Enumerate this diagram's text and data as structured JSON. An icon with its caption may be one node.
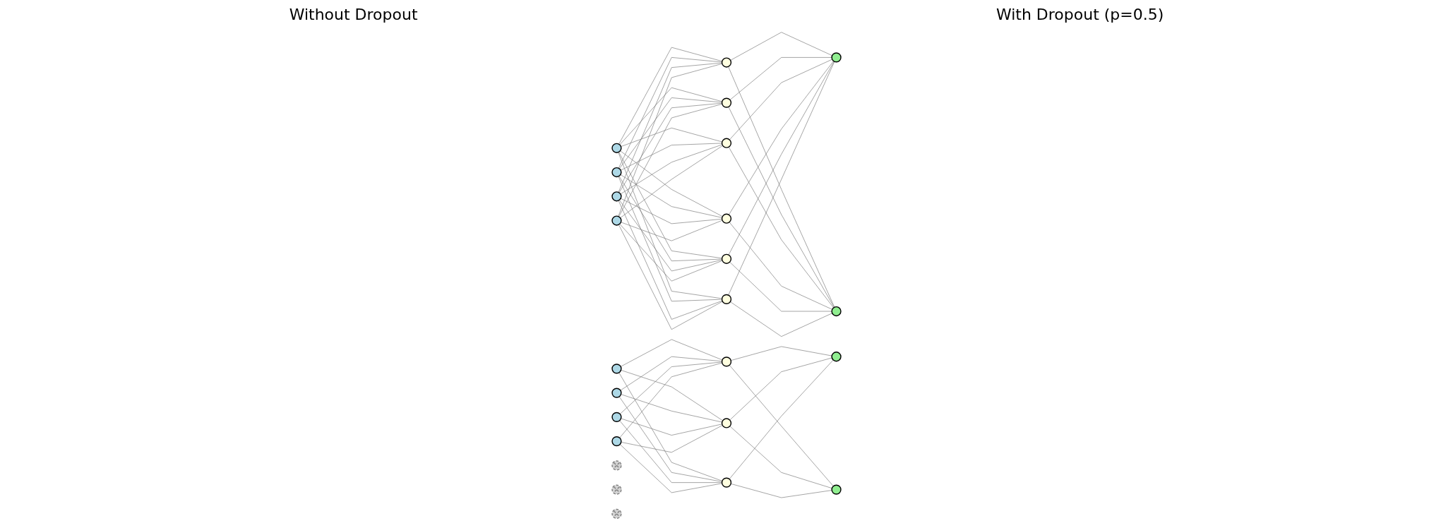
{
  "diagram": {
    "nodes": [
      {
        "text": [],
        "shape": "circle"
      },
      {
        "text": [],
        "shape": "circle"
      },
      {
        "text": [],
        "shape": "circle"
      },
      {
        "text": [],
        "shape": "circle"
      },
      {
        "text": [],
        "shape": "circle"
      },
      {
        "text": [],
        "shape": "circle"
      },
      {
        "text": [],
        "shape": "circle"
      },
      {
        "text": [],
        "shape": "circle"
      },
      {
        "text": [],
        "shape": "circle"
      },
      {
        "text": [],
        "shape": "circle"
      },
      {
        "text": [],
        "shape": "circle"
      },
      {
        "text": [],
        "shape": "circle"
      },
      {
        "text": [],
        "shape": "circle"
      },
      {
        "text": [],
        "shape": "circle"
      },
      {
        "text": [],
        "shape": "circle"
      },
      {
        "text": [],
        "shape": "circle"
      },
      {
        "text": [],
        "shape": "circle"
      },
      {
        "text": [],
        "shape": "circle"
      },
      {
        "text": [],
        "shape": "circle"
      },
      {
        "text": [],
        "shape": "circle"
      },
      {
        "text": [],
        "shape": "circle"
      },
      {
        "text": [],
        "shape": "circle"
      },
      {
        "text": [],
        "shape": "circle"
      },
      {
        "text": [],
        "shape": "circle"
      }
    ],
    "edges": [
      {
        "from": 0,
        "to": 4,
        "arrow": "none"
      },
      {
        "from": 0,
        "to": 5,
        "arrow": "none"
      },
      {
        "from": 0,
        "to": 6,
        "arrow": "none"
      },
      {
        "from": 0,
        "to": 7,
        "arrow": "none"
      },
      {
        "from": 0,
        "to": 8,
        "arrow": "none"
      },
      {
        "from": 0,
        "to": 9,
        "arrow": "none"
      },
      {
        "from": 1,
        "to": 4,
        "arrow": "none"
      },
      {
        "from": 1,
        "to": 5,
        "arrow": "none"
      },
      {
        "from": 1,
        "to": 6,
        "arrow": "none"
      },
      {
        "from": 1,
        "to": 7,
        "arrow": "none"
      },
      {
        "from": 1,
        "to": 8,
        "arrow": "none"
      },
      {
        "from": 1,
        "to": 9,
        "arrow": "none"
      },
      {
        "from": 2,
        "to": 4,
        "arrow": "none"
      },
      {
        "from": 2,
        "to": 5,
        "arrow": "none"
      },
      {
        "from": 2,
        "to": 6,
        "arrow": "none"
      },
      {
        "from": 2,
        "to": 7,
        "arrow": "none"
      },
      {
        "from": 2,
        "to": 8,
        "arrow": "none"
      },
      {
        "from": 2,
        "to": 9,
        "arrow": "none"
      },
      {
        "from": 3,
        "to": 4,
        "arrow": "none"
      },
      {
        "from": 3,
        "to": 5,
        "arrow": "none"
      },
      {
        "from": 3,
        "to": 6,
        "arrow": "none"
      },
      {
        "from": 3,
        "to": 7,
        "arrow": "none"
      },
      {
        "from": 3,
        "to": 8,
        "arrow": "none"
      },
      {
        "from": 3,
        "to": 9,
        "arrow": "none"
      },
      {
        "from": 4,
        "to": 10,
        "arrow": "none"
      },
      {
        "from": 4,
        "to": 11,
        "arrow": "none"
      },
      {
        "from": 5,
        "to": 10,
        "arrow": "none"
      },
      {
        "from": 5,
        "to": 11,
        "arrow": "none"
      },
      {
        "from": 6,
        "to": 10,
        "arrow": "none"
      },
      {
        "from": 6,
        "to": 11,
        "arrow": "none"
      },
      {
        "from": 7,
        "to": 10,
        "arrow": "none"
      },
      {
        "from": 7,
        "to": 11,
        "arrow": "none"
      },
      {
        "from": 8,
        "to": 10,
        "arrow": "none"
      },
      {
        "from": 8,
        "to": 11,
        "arrow": "none"
      },
      {
        "from": 9,
        "to": 10,
        "arrow": "none"
      },
      {
        "from": 9,
        "to": 11,
        "arrow": "none"
      },
      {
        "from": 12,
        "to": 18,
        "arrow": "none"
      },
      {
        "from": 12,
        "to": 19,
        "arrow": "none"
      },
      {
        "from": 12,
        "to": 20,
        "arrow": "none"
      },
      {
        "from": 13,
        "to": 18,
        "arrow": "none"
      },
      {
        "from": 13,
        "to": 19,
        "arrow": "none"
      },
      {
        "from": 13,
        "to": 20,
        "arrow": "none"
      },
      {
        "from": 14,
        "to": 18,
        "arrow": "none"
      },
      {
        "from": 14,
        "to": 19,
        "arrow": "none"
      },
      {
        "from": 14,
        "to": 20,
        "arrow": "none"
      },
      {
        "from": 15,
        "to": 18,
        "arrow": "none"
      },
      {
        "from": 15,
        "to": 19,
        "arrow": "none"
      },
      {
        "from": 15,
        "to": 20,
        "arrow": "none"
      },
      {
        "from": 18,
        "to": 22,
        "arrow": "none"
      },
      {
        "from": 18,
        "to": 23,
        "arrow": "none"
      },
      {
        "from": 19,
        "to": 22,
        "arrow": "none"
      },
      {
        "from": 19,
        "to": 23,
        "arrow": "none"
      },
      {
        "from": 20,
        "to": 22,
        "arrow": "none"
      },
      {
        "from": 20,
        "to": 23,
        "arrow": "none"
      }
    ],
    "labels": [
      "Without Dropout",
      "With Dropout (p=0.5)"
    ]
  }
}
